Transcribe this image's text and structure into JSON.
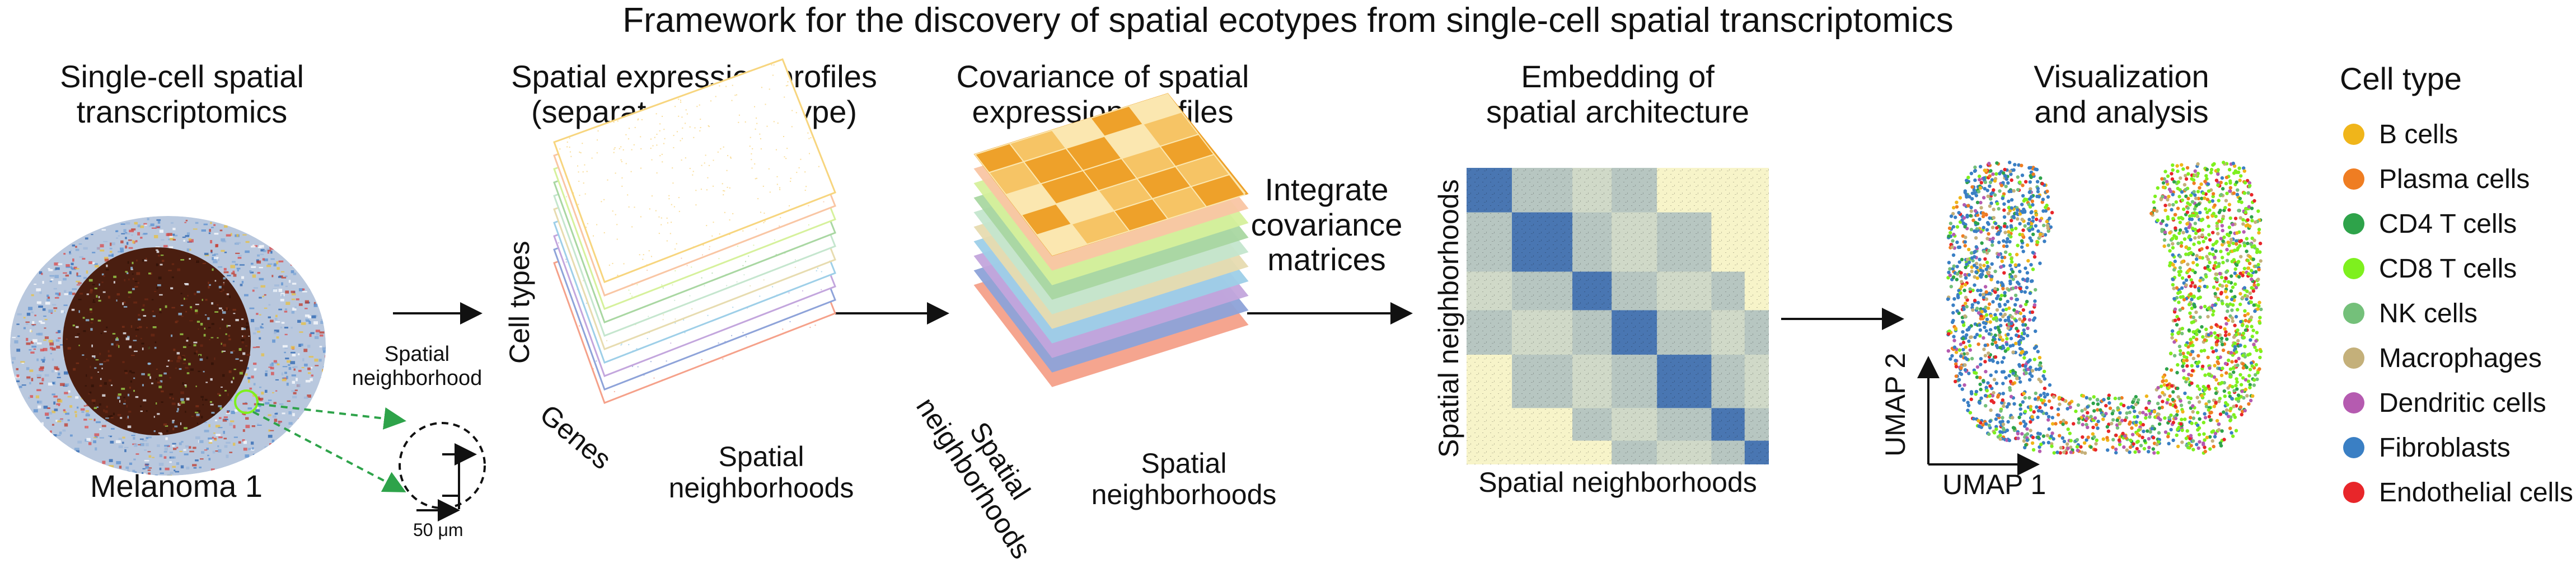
{
  "title": "Framework for the discovery of spatial ecotypes from single-cell spatial transcriptomics",
  "stages": {
    "single_cell": {
      "label_line1": "Single-cell spatial",
      "label_line2": "transcriptomics",
      "sample": "Melanoma 1",
      "neighborhood_line1": "Spatial",
      "neighborhood_line2": "neighborhood",
      "scale": "50 μm"
    },
    "profiles": {
      "label_line1": "Spatial expression profiles",
      "label_line2": "(separated by cell type)",
      "axis_celltypes": "Cell types",
      "axis_genes": "Genes",
      "axis_neigh_line1": "Spatial",
      "axis_neigh_line2": "neighborhoods"
    },
    "covariance": {
      "label_line1": "Covariance of spatial",
      "label_line2": "expression profiles",
      "axis_left_line1": "Spatial",
      "axis_left_line2": "neighborhoods",
      "axis_right_line1": "Spatial",
      "axis_right_line2": "neighborhoods"
    },
    "integrate": {
      "line1": "Integrate",
      "line2": "covariance",
      "line3": "matrices"
    },
    "embedding": {
      "label_line1": "Embedding of",
      "label_line2": "spatial architecture",
      "xlabel": "Spatial neighborhoods",
      "ylabel": "Spatial neighborhoods"
    },
    "visualization": {
      "label_line1": "Visualization",
      "label_line2": "and analysis",
      "xlabel": "UMAP 1",
      "ylabel": "UMAP 2"
    }
  },
  "legend": {
    "title": "Cell type",
    "items": [
      {
        "label": "B cells",
        "color": "#f0b51a"
      },
      {
        "label": "Plasma cells",
        "color": "#ef7d22"
      },
      {
        "label": "CD4 T cells",
        "color": "#2ea34a"
      },
      {
        "label": "CD8 T cells",
        "color": "#7ef01e"
      },
      {
        "label": "NK cells",
        "color": "#74c07a"
      },
      {
        "label": "Macrophages",
        "color": "#c4b07a"
      },
      {
        "label": "Dendritic cells",
        "color": "#b55bb0"
      },
      {
        "label": "Fibroblasts",
        "color": "#3a7fc4"
      },
      {
        "label": "Endothelial cells",
        "color": "#e8262a"
      }
    ]
  },
  "layer_colors": [
    "#f5a18a",
    "#8ea3d9",
    "#c3a6dd",
    "#9ecfe8",
    "#e7dcb0",
    "#c5e6ce",
    "#a9d7a2",
    "#d6f19c",
    "#f9c6a4",
    "#f7d57e"
  ],
  "colors": {
    "heatmap_low": "#f7f4c9",
    "heatmap_high": "#3f6fb1",
    "cov_top": "#eea12a",
    "cov_light": "#fbe7b0",
    "tissue": "#4a1e10"
  }
}
